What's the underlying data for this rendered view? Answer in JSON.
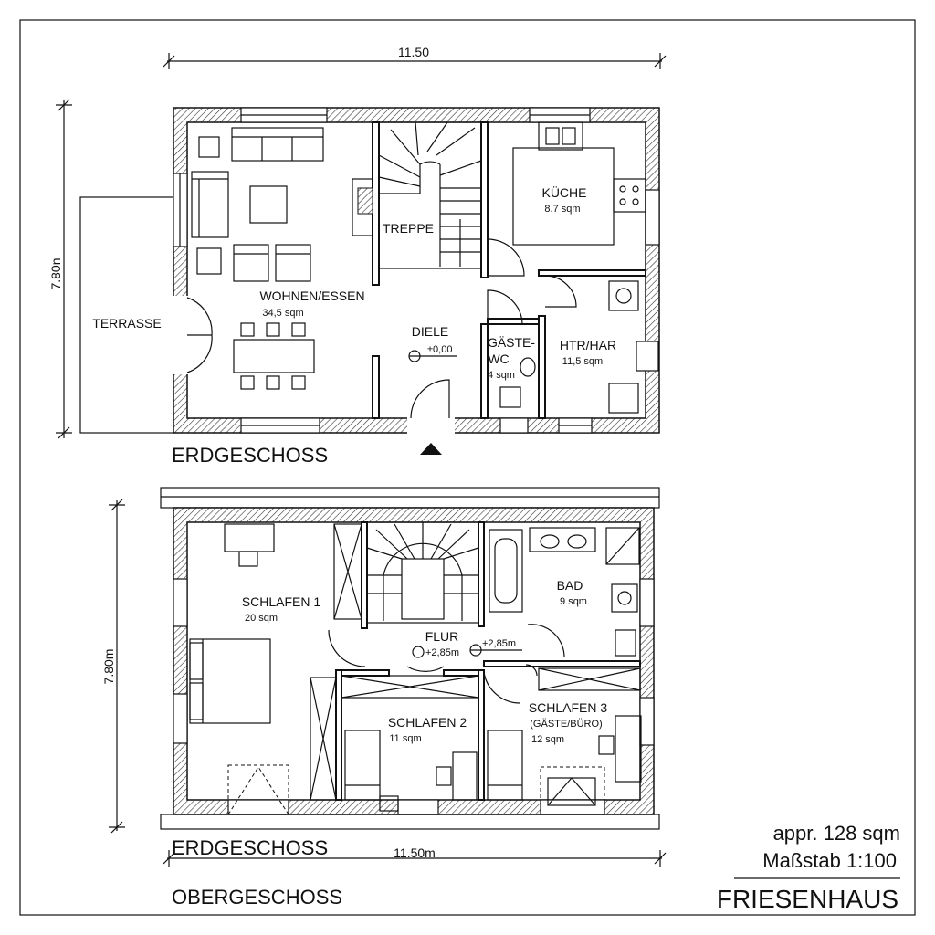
{
  "ground_floor": {
    "dim_width": "11.50",
    "dim_depth": "7.80n",
    "label": "ERDGESCHOSS",
    "terrace": "TERRASSE",
    "rooms": [
      {
        "name": "WOHNEN/ESSEN",
        "area": "34,5 sqm"
      },
      {
        "name": "TREPPE",
        "area": ""
      },
      {
        "name": "KÜCHE",
        "area": "8.7 sqm"
      },
      {
        "name": "DIELE",
        "area": ""
      },
      {
        "name": "GÄSTE-",
        "name2": "WC",
        "area": "4 sqm"
      },
      {
        "name": "HTR/HAR",
        "area": "11,5 sqm"
      }
    ],
    "level_mark": "±0,00"
  },
  "upper_floor": {
    "dim_width": "11.50m",
    "dim_depth": "7.80m",
    "label_mis": "ERDGESCHOSS",
    "label": "OBERGESCHOSS",
    "rooms": [
      {
        "name": "SCHLAFEN 1",
        "area": "20 sqm"
      },
      {
        "name": "BAD",
        "area": "9 sqm"
      },
      {
        "name": "FLUR",
        "area": ""
      },
      {
        "name": "SCHLAFEN 2",
        "area": "11 sqm"
      },
      {
        "name": "SCHLAFEN 3",
        "sub": "(GÄSTE/BÜRO)",
        "area": "12 sqm"
      }
    ],
    "level_marks": [
      "+2,85m",
      "+2,85m"
    ]
  },
  "title_block": {
    "area": "appr. 128 sqm",
    "scale": "Maßstab 1:100",
    "name": "FRIESENHAUS"
  }
}
